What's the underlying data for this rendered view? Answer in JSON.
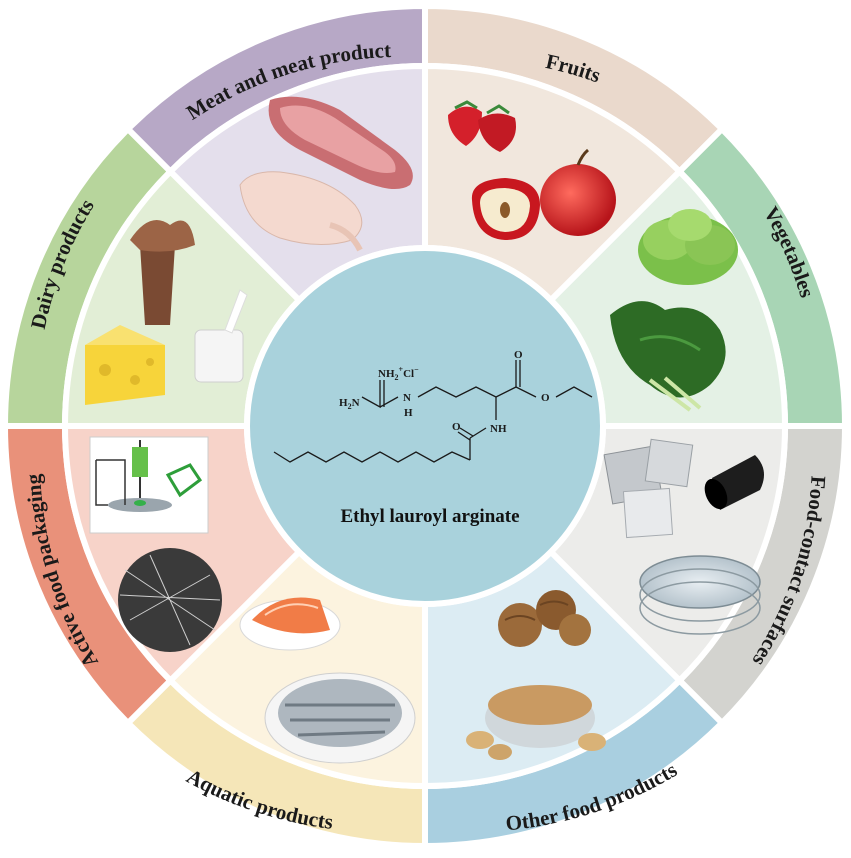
{
  "center": {
    "compound_name": "Ethyl lauroyl arginate",
    "atoms": {
      "nh2_top": "NH",
      "nh2_top_sub": "2",
      "nh2_top_sup": "+",
      "chloride": "Cl",
      "chloride_sup": "−",
      "h2n": "H",
      "h2n_sub": "2",
      "h2n_n": "N",
      "n_chain": "N",
      "h_below": "H",
      "o_ester_top": "O",
      "o_ester": "O",
      "o_amide": "O",
      "nh_amide": "NH"
    }
  },
  "segments": [
    {
      "id": "meat",
      "label": "Meat and meat products",
      "color": "#ead9cc"
    },
    {
      "id": "fruits",
      "label": "Fruits",
      "color": "#a8d5b5"
    },
    {
      "id": "vegetables",
      "label": "Vegetables",
      "color": "#d3d3cf"
    },
    {
      "id": "food-contact",
      "label": "Food-contact surfaces",
      "color": "#a9cfe0"
    },
    {
      "id": "other",
      "label": "Other food products",
      "color": "#f5e6b8"
    },
    {
      "id": "aquatic",
      "label": "Aquatic products",
      "color": "#e9917a"
    },
    {
      "id": "packaging",
      "label": "Active food packaging",
      "color": "#b7d59c"
    },
    {
      "id": "dairy",
      "label": "Dairy products",
      "color": "#b7a8c6"
    }
  ],
  "colors": {
    "center": "#a9d2dc",
    "inner_meat": "#f1e7dd",
    "inner_fruits": "#e4f1e5",
    "inner_vegetables": "#ececea",
    "inner_food_contact": "#dcecf3",
    "inner_other": "#fcf3df",
    "inner_aquatic": "#f7d3c9",
    "inner_packaging": "#e2eed6",
    "inner_dairy": "#e4dfec"
  }
}
